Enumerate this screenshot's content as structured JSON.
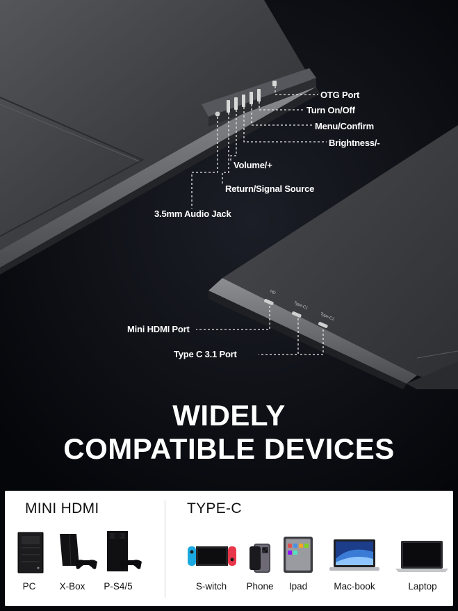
{
  "hero": {
    "button_labels": [
      {
        "text": "OTG Port"
      },
      {
        "text": "Turn On/Off"
      },
      {
        "text": "Menu/Confirm"
      },
      {
        "text": "Brightness/-"
      },
      {
        "text": "Volume/+"
      },
      {
        "text": "Return/Signal Source"
      },
      {
        "text": "3.5mm Audio Jack"
      }
    ],
    "port_labels": [
      {
        "text": "Mini HDMI Port"
      },
      {
        "text": "Type C 3.1 Port"
      }
    ],
    "engraved": {
      "port_hd": "HD",
      "port_typec1": "Type-C1",
      "port_typec2": "Type-C2"
    }
  },
  "headline": {
    "line1": "WIDELY",
    "line2": "COMPATIBLE DEVICES"
  },
  "compat": {
    "mini_hdmi": {
      "title": "MINI HDMI",
      "devices": [
        {
          "name": "PC",
          "icon": "pc-tower-icon"
        },
        {
          "name": "X-Box",
          "icon": "game-console-icon"
        },
        {
          "name": "P-S4/5",
          "icon": "console-tower-icon"
        }
      ]
    },
    "type_c": {
      "title": "TYPE-C",
      "devices": [
        {
          "name": "S-witch",
          "icon": "handheld-console-icon"
        },
        {
          "name": "Phone",
          "icon": "phone-icon"
        },
        {
          "name": "Ipad",
          "icon": "tablet-icon"
        },
        {
          "name": "Mac-book",
          "icon": "macbook-icon"
        },
        {
          "name": "Laptop",
          "icon": "laptop-icon"
        }
      ]
    }
  },
  "colors": {
    "background": "#05060a",
    "monitor": "#3a3b3f",
    "panel": "#ffffff",
    "switch_red": "#e8364a",
    "switch_blue": "#1aa8e0"
  }
}
